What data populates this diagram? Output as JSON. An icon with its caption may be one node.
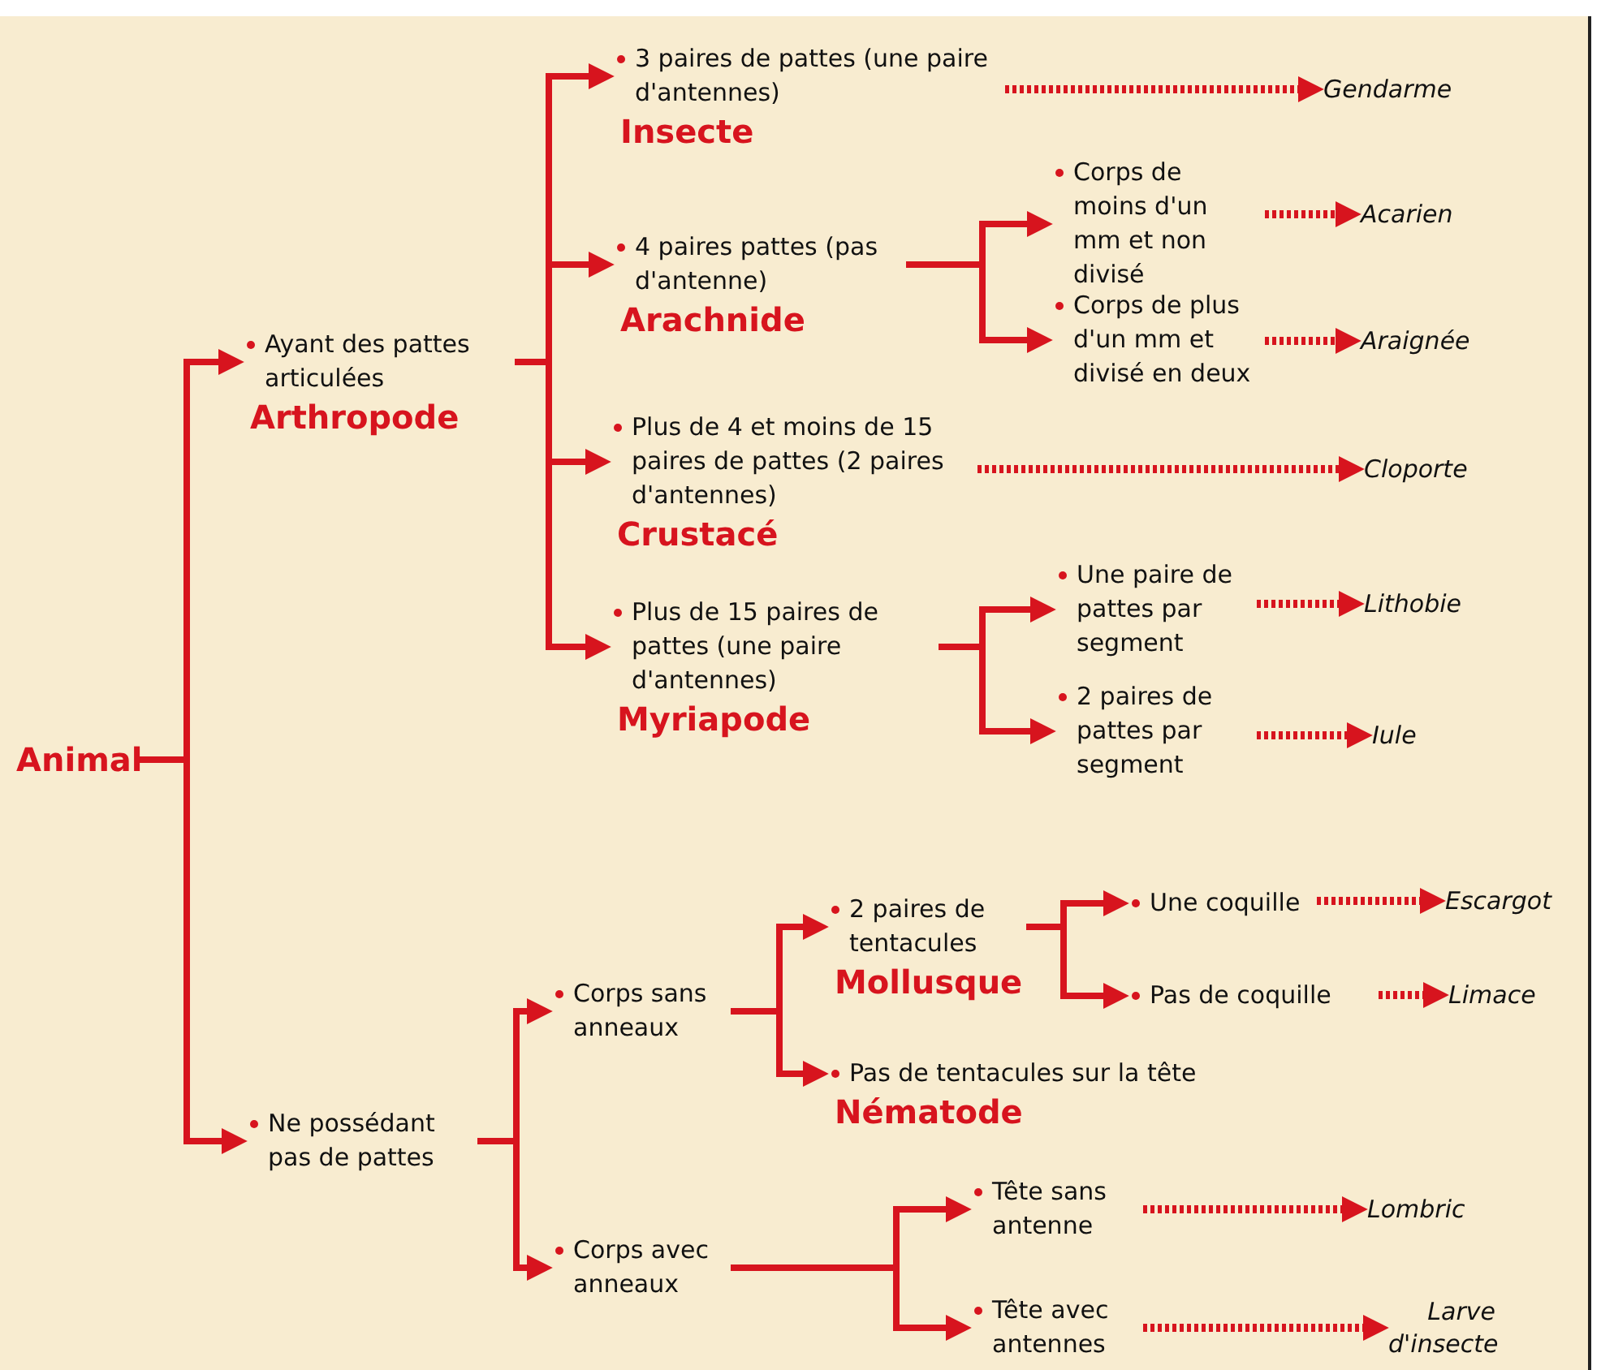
{
  "diagram": {
    "nodes": [
      {
        "text": [
          "Animal"
        ]
      },
      {
        "text": [
          "Ayant des pattes articulées",
          "Arthropode"
        ]
      },
      {
        "text": [
          "3 paires de pattes (une paire d'antennes)",
          "Insecte"
        ]
      },
      {
        "text": [
          "4 paires pattes (pas d'antenne)",
          "Arachnide"
        ]
      },
      {
        "text": [
          "Corps de moins d'un mm et non divisé"
        ]
      },
      {
        "text": [
          "Corps de plus d'un mm et divisé en deux"
        ]
      },
      {
        "text": [
          "Plus de 4 et moins de 15 paires de pattes (2 paires d'antennes)",
          "Crustacé"
        ]
      },
      {
        "text": [
          "Plus de 15 paires de pattes (une paire d'antennes)",
          "Myriapode"
        ]
      },
      {
        "text": [
          "Une paire de pattes par segment"
        ]
      },
      {
        "text": [
          "2 paires de pattes par segment"
        ]
      },
      {
        "text": [
          "Ne possédant pas de pattes"
        ]
      },
      {
        "text": [
          "Corps sans anneaux"
        ]
      },
      {
        "text": [
          "2 paires de tentacules",
          "Mollusque"
        ]
      },
      {
        "text": [
          "Une coquille"
        ]
      },
      {
        "text": [
          "Pas de coquille"
        ]
      },
      {
        "text": [
          "Pas de tentacules sur la tête",
          "Nématode"
        ]
      },
      {
        "text": [
          "Corps avec anneaux"
        ]
      },
      {
        "text": [
          "Tête sans antenne"
        ]
      },
      {
        "text": [
          "Tête avec antennes"
        ]
      },
      {
        "text": [
          "Gendarme"
        ]
      },
      {
        "text": [
          "Acarien"
        ]
      },
      {
        "text": [
          "Araignée"
        ]
      },
      {
        "text": [
          "Cloporte"
        ]
      },
      {
        "text": [
          "Lithobie"
        ]
      },
      {
        "text": [
          "Iule"
        ]
      },
      {
        "text": [
          "Escargot"
        ]
      },
      {
        "text": [
          "Limace"
        ]
      },
      {
        "text": [
          "Lombric"
        ]
      },
      {
        "text": [
          "Larve d'insecte"
        ]
      }
    ],
    "edges": [
      {
        "from": 0,
        "to": 1,
        "arrow": "to"
      },
      {
        "from": 0,
        "to": 10,
        "arrow": "to"
      },
      {
        "from": 1,
        "to": 2,
        "arrow": "to"
      },
      {
        "from": 1,
        "to": 3,
        "arrow": "to"
      },
      {
        "from": 1,
        "to": 6,
        "arrow": "to"
      },
      {
        "from": 1,
        "to": 7,
        "arrow": "to"
      },
      {
        "from": 3,
        "to": 4,
        "arrow": "to"
      },
      {
        "from": 3,
        "to": 5,
        "arrow": "to"
      },
      {
        "from": 7,
        "to": 8,
        "arrow": "to"
      },
      {
        "from": 7,
        "to": 9,
        "arrow": "to"
      },
      {
        "from": 10,
        "to": 11,
        "arrow": "to"
      },
      {
        "from": 10,
        "to": 16,
        "arrow": "to"
      },
      {
        "from": 11,
        "to": 12,
        "arrow": "to"
      },
      {
        "from": 11,
        "to": 15,
        "arrow": "to"
      },
      {
        "from": 12,
        "to": 13,
        "arrow": "to"
      },
      {
        "from": 12,
        "to": 14,
        "arrow": "to"
      },
      {
        "from": 16,
        "to": 17,
        "arrow": "to"
      },
      {
        "from": 16,
        "to": 18,
        "arrow": "to"
      },
      {
        "from": 2,
        "to": 19,
        "arrow": "to",
        "style": "dashed"
      },
      {
        "from": 4,
        "to": 20,
        "arrow": "to",
        "style": "dashed"
      },
      {
        "from": 5,
        "to": 21,
        "arrow": "to",
        "style": "dashed"
      },
      {
        "from": 6,
        "to": 22,
        "arrow": "to",
        "style": "dashed"
      },
      {
        "from": 8,
        "to": 23,
        "arrow": "to",
        "style": "dashed"
      },
      {
        "from": 9,
        "to": 24,
        "arrow": "to",
        "style": "dashed"
      },
      {
        "from": 13,
        "to": 25,
        "arrow": "to",
        "style": "dashed"
      },
      {
        "from": 14,
        "to": 26,
        "arrow": "to",
        "style": "dashed"
      },
      {
        "from": 17,
        "to": 27,
        "arrow": "to",
        "style": "dashed"
      },
      {
        "from": 18,
        "to": 28,
        "arrow": "to",
        "style": "dashed"
      }
    ]
  }
}
